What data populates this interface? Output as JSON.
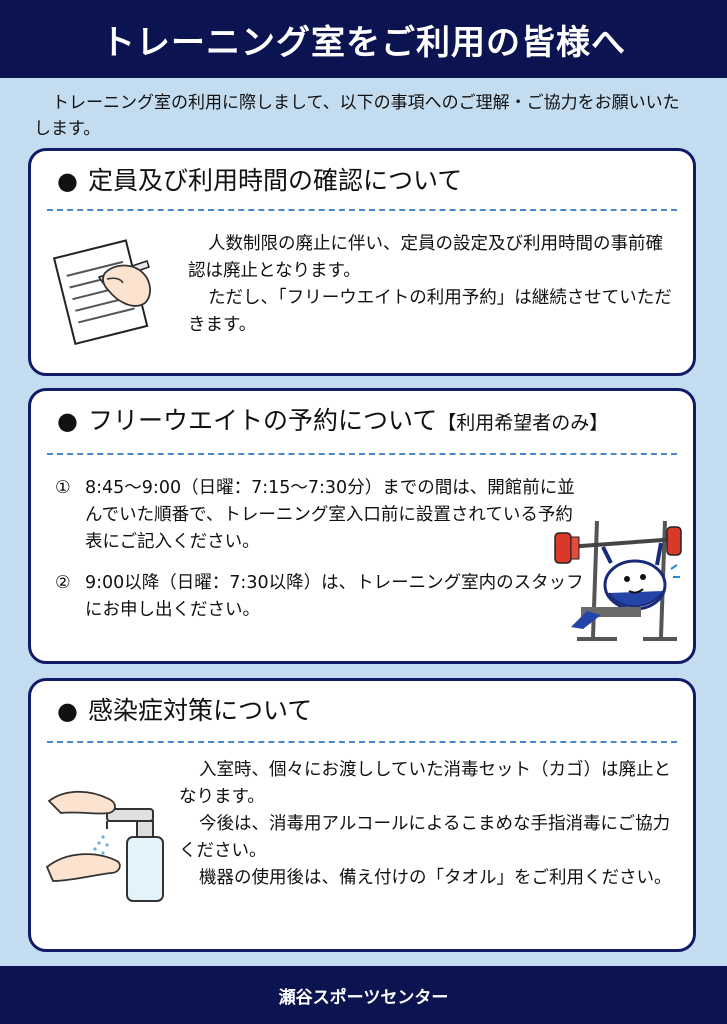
{
  "header": {
    "title": "トレーニング室をご利用の皆様へ"
  },
  "intro": {
    "text": "トレーニング室の利用に際しまして、以下の事項へのご理解・ご協力をお願いいたします。"
  },
  "sections": [
    {
      "bullet": "●",
      "title": "定員及び利用時間の確認について",
      "paragraphs": [
        "人数制限の廃止に伴い、定員の設定及び利用時間の事前確認は廃止となります。",
        "ただし、「フリーウエイトの利用予約」は継続させていただきます。"
      ],
      "icon": "writing-hand-icon"
    },
    {
      "bullet": "●",
      "title": "フリーウエイトの予約について",
      "title_note": "【利用希望者のみ】",
      "items": [
        {
          "num": "①",
          "text": "8:45～9:00（日曜：7:15～7:30分）までの間は、開館前に並んでいた順番で、トレーニング室入口前に設置されている予約表にご記入ください。"
        },
        {
          "num": "②",
          "text": "9:00以降（日曜：7:30以降）は、トレーニング室内のスタッフにお申し出ください。"
        }
      ],
      "icon": "bench-press-mascot-icon"
    },
    {
      "bullet": "●",
      "title": "感染症対策について",
      "paragraphs": [
        "入室時、個々にお渡ししていた消毒セット（カゴ）は廃止となります。",
        "今後は、消毒用アルコールによるこまめな手指消毒にご協力ください。",
        "機器の使用後は、備え付けの「タオル」をご利用ください。"
      ],
      "icon": "hand-sanitizer-icon"
    }
  ],
  "footer": {
    "text": "瀬谷スポーツセンター"
  },
  "colors": {
    "navy": "#0b1450",
    "background": "#c3dcf0",
    "card_border": "#111a66",
    "dash": "#4a88c8"
  }
}
